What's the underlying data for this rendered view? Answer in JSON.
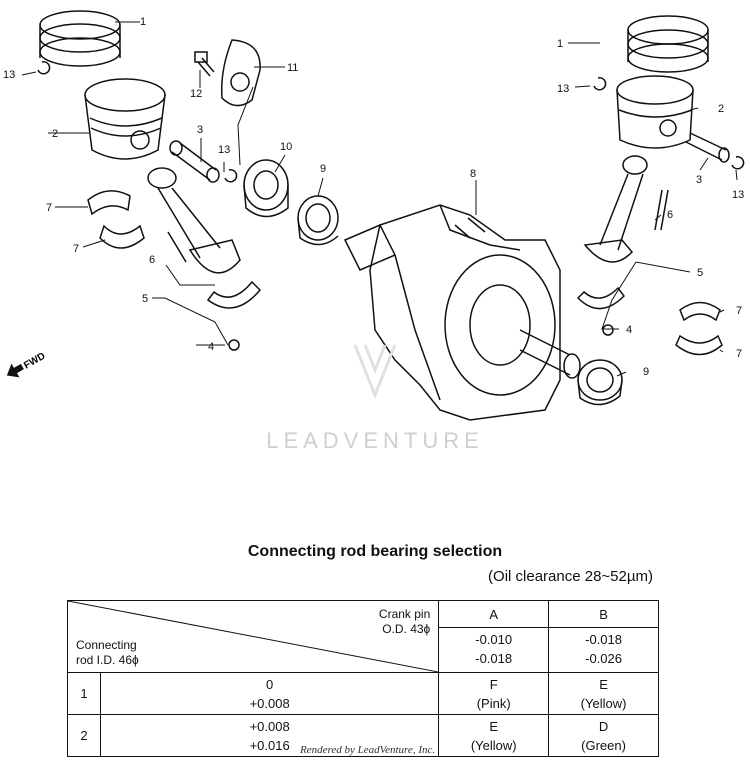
{
  "callouts": {
    "c1": "1",
    "c2": "2",
    "c3": "3",
    "c4": "4",
    "c5": "5",
    "c6": "6",
    "c7": "7",
    "c8": "8",
    "c9": "9",
    "c10": "10",
    "c11": "11",
    "c12": "12",
    "c13": "13"
  },
  "direction_label": "FWD",
  "watermark": "LEADVENTURE",
  "table_title": "Connecting rod bearing selection",
  "oil_clearance": "(Oil clearance 28~52µm)",
  "selection_table": {
    "crank_pin_label_1": "Crank pin",
    "crank_pin_label_2": "O.D. 43ϕ",
    "rod_label_1": "Connecting",
    "rod_label_2": "rod I.D. 46ϕ",
    "columns": [
      {
        "code": "A",
        "range_1": "-0.010",
        "range_2": "-0.018"
      },
      {
        "code": "B",
        "range_1": "-0.018",
        "range_2": "-0.026"
      }
    ],
    "rows": [
      {
        "code": "1",
        "range_1": "0",
        "range_2": "+0.008",
        "cells": [
          {
            "letter": "F",
            "color": "(Pink)"
          },
          {
            "letter": "E",
            "color": "(Yellow)"
          }
        ]
      },
      {
        "code": "2",
        "range_1": "+0.008",
        "range_2": "+0.016",
        "cells": [
          {
            "letter": "E",
            "color": "(Yellow)"
          },
          {
            "letter": "D",
            "color": "(Green)"
          }
        ]
      }
    ]
  },
  "footer": "Rendered by LeadVenture, Inc."
}
